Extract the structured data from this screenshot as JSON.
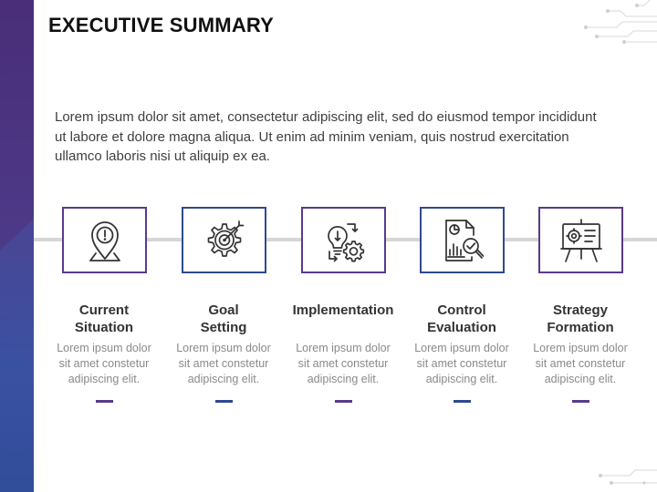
{
  "slide": {
    "title": "EXECUTIVE SUMMARY",
    "intro": "Lorem ipsum dolor sit amet, consectetur adipiscing elit, sed do eiusmod tempor incididunt ut labore et dolore magna aliqua. Ut enim ad minim veniam, quis nostrud exercitation ullamco laboris nisi ut aliquip ex ea."
  },
  "colors": {
    "purple": "#5a3a8a",
    "blue": "#2f4a8e",
    "line": "#d6d6d6"
  },
  "steps": [
    {
      "title_line1": "Current",
      "title_line2": "Situation",
      "desc_line1": "Lorem ipsum dolor",
      "desc_line2": "sit amet constetur",
      "desc_line3": "adipiscing elit.",
      "icon": "location-alert-icon"
    },
    {
      "title_line1": "Goal",
      "title_line2": "Setting",
      "desc_line1": "Lorem ipsum dolor",
      "desc_line2": "sit amet constetur",
      "desc_line3": "adipiscing elit.",
      "icon": "gear-target-icon"
    },
    {
      "title_line1": "Implementation",
      "title_line2": "",
      "desc_line1": "Lorem ipsum dolor",
      "desc_line2": "sit amet constetur",
      "desc_line3": "adipiscing elit.",
      "icon": "lightbulb-gear-icon"
    },
    {
      "title_line1": "Control",
      "title_line2": "Evaluation",
      "desc_line1": "Lorem ipsum dolor",
      "desc_line2": "sit amet constetur",
      "desc_line3": "adipiscing elit.",
      "icon": "report-magnifier-icon"
    },
    {
      "title_line1": "Strategy",
      "title_line2": "Formation",
      "desc_line1": "Lorem ipsum dolor",
      "desc_line2": "sit amet constetur",
      "desc_line3": "adipiscing elit.",
      "icon": "presentation-board-icon"
    }
  ]
}
